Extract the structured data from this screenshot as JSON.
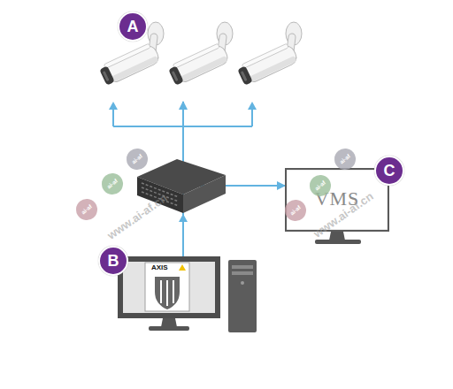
{
  "diagram": {
    "nodes": [
      {
        "text": [
          "A"
        ]
      },
      {
        "text": [
          "VMS",
          "C"
        ]
      },
      {
        "text": [
          "AXIS",
          "B"
        ]
      }
    ],
    "edges": [
      {
        "from": 2,
        "to": 0,
        "arrow": "to"
      },
      {
        "from": 2,
        "to": 1,
        "arrow": "to"
      }
    ],
    "labels": [
      "ai-af",
      "ai-af",
      "ai-af",
      "www.ai-af.cn",
      "ai-af",
      "ai-af",
      "ai-af",
      "www.ai-af.cn"
    ]
  }
}
